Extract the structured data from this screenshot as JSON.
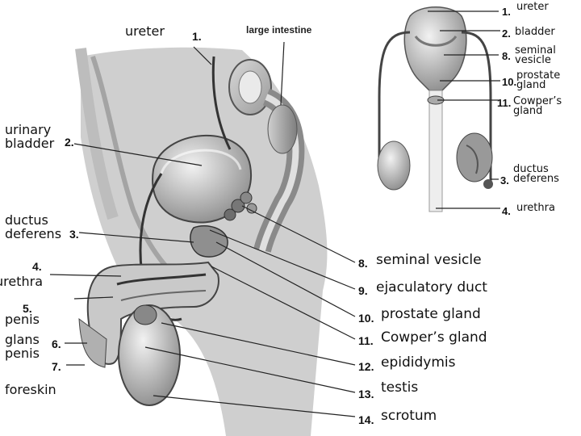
{
  "left_labels": [
    {
      "id": "ureter",
      "text": "ureter"
    },
    {
      "id": "urinary-bladder",
      "text": "urinary\nbladder"
    },
    {
      "id": "ductus-deferens",
      "text": "ductus\ndeferens"
    },
    {
      "id": "urethra",
      "text": "urethra"
    },
    {
      "id": "penis",
      "text": "penis"
    },
    {
      "id": "glans-penis",
      "text": "glans\npenis"
    },
    {
      "id": "foreskin",
      "text": "foreskin"
    }
  ],
  "left_numbers": [
    "1.",
    "2.",
    "3.",
    "4.",
    "5.",
    "6.",
    "7."
  ],
  "large_intestine": "large intestine",
  "right_numbers": [
    "8.",
    "9.",
    "10.",
    "11.",
    "12.",
    "13.",
    "14."
  ],
  "right_labels": [
    "seminal vesicle",
    "ejaculatory duct",
    "prostate gland",
    "Cowper’s gland",
    "epididymis",
    "testis",
    "scrotum"
  ],
  "inset_numbers": [
    "1.",
    "2.",
    "8.",
    "10.",
    "11.",
    "3.",
    "4."
  ],
  "inset_labels": [
    "ureter",
    "bladder",
    "seminal\nvesicle",
    "prostate\ngland",
    "Cowper’s\ngland",
    "ductus\ndeferens",
    "urethra"
  ]
}
